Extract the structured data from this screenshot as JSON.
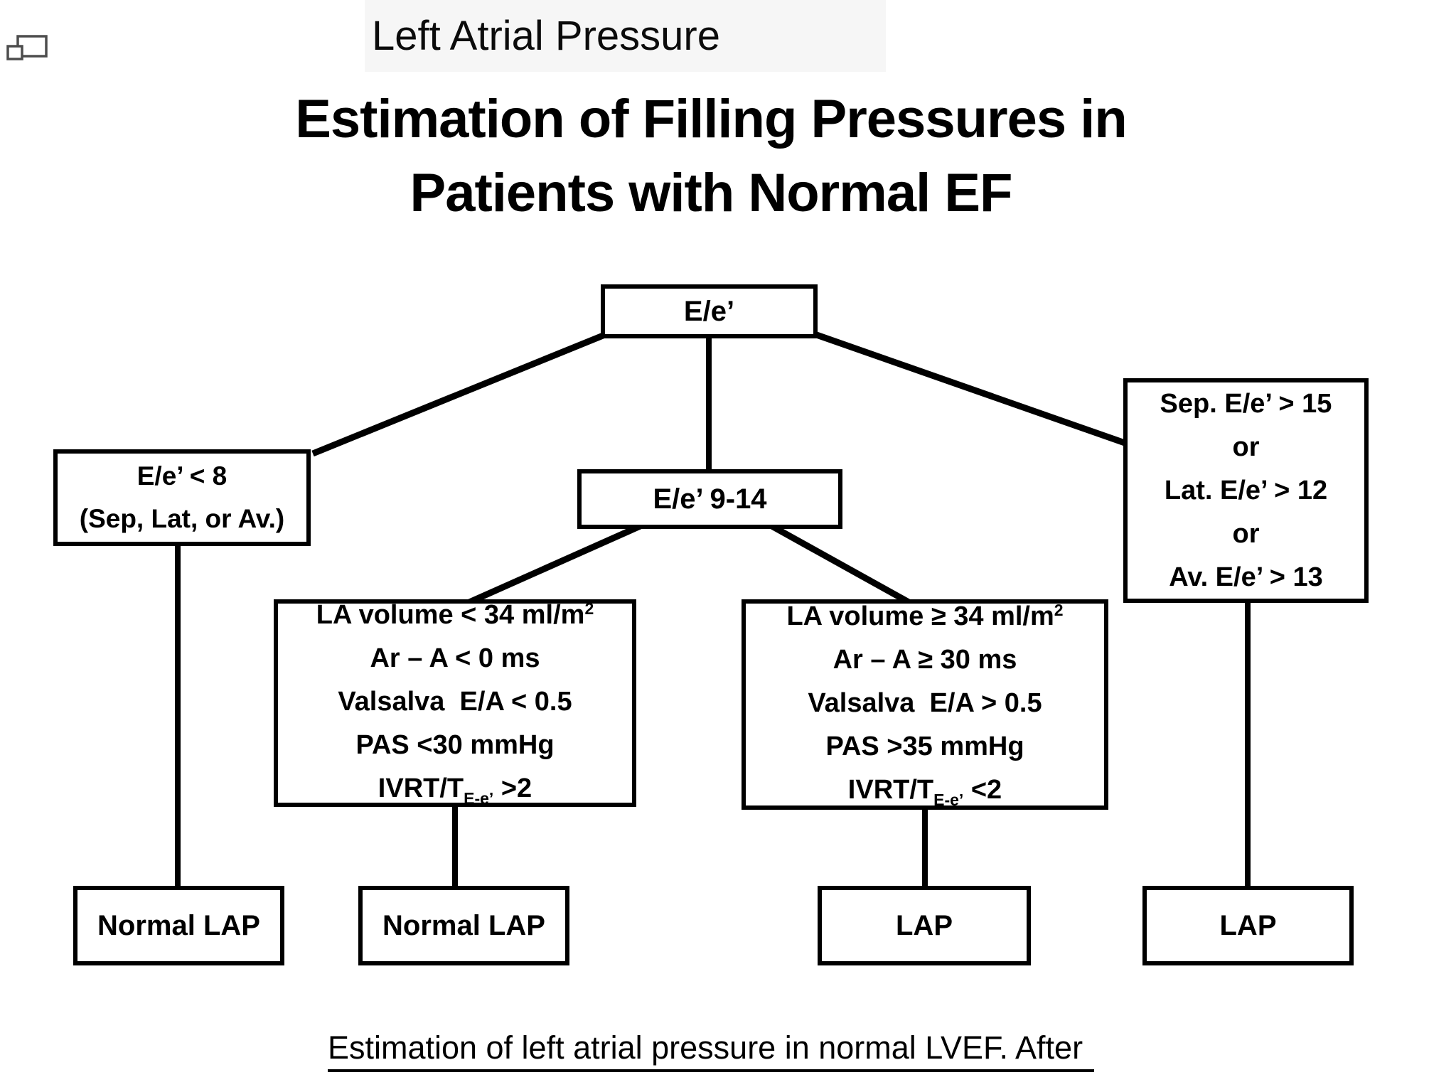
{
  "app": {
    "corner_icon_name": "window-restore-icon"
  },
  "colors": {
    "header_bar_bg": "#f6f6f6",
    "diagram_line": "#000000",
    "icon_gray": "#4d4d4d"
  },
  "header_bar": {
    "title": "Left Atrial Pressure"
  },
  "title": {
    "line1": "Estimation of Filling Pressures in",
    "line2": "Patients with Normal EF"
  },
  "flowchart": {
    "root": {
      "label": "E/e’"
    },
    "branch_low": {
      "lines": [
        "E/e’ < 8",
        "(Sep, Lat, or Av.)"
      ]
    },
    "branch_mid": {
      "label": "E/e’ 9-14"
    },
    "branch_high": {
      "lines": [
        "Sep. E/e’ > 15",
        "or",
        "Lat. E/e’ > 12",
        "or",
        "Av. E/e’ > 13"
      ]
    },
    "criteria_normal": {
      "lines": [
        {
          "pre": "LA volume < 34 ml/m",
          "sup": "2"
        },
        {
          "pre": "Ar – A < 0 ms"
        },
        {
          "pre": "Valsalva  E/A < 0.5"
        },
        {
          "pre": "PAS <30 mmHg"
        },
        {
          "pre": "IVRT/T",
          "sub": "E-e’",
          "post": " >2"
        }
      ]
    },
    "criteria_elevated": {
      "lines": [
        {
          "pre": "LA volume ≥ 34 ml/m",
          "sup": "2"
        },
        {
          "pre": "Ar – A ≥ 30 ms"
        },
        {
          "pre": "Valsalva  E/A > 0.5"
        },
        {
          "pre": "PAS >35 mmHg"
        },
        {
          "pre": "IVRT/T",
          "sub": "E-e’",
          "post": " <2"
        }
      ]
    },
    "outcomes": [
      "Normal LAP",
      "Normal LAP",
      "LAP",
      "LAP"
    ]
  },
  "caption": {
    "text": "Estimation of left atrial pressure in normal LVEF. After"
  }
}
